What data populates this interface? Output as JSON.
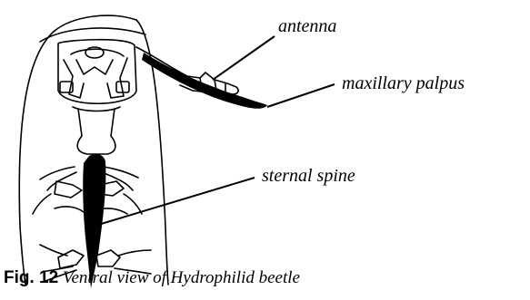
{
  "figure": {
    "labels": {
      "antenna": "antenna",
      "maxillary_palpus": "maxillary palpus",
      "sternal_spine": "sternal spine"
    },
    "caption": {
      "fig_number": "Fig. 12",
      "text": "Ventral view of Hydrophilid beetle"
    }
  }
}
